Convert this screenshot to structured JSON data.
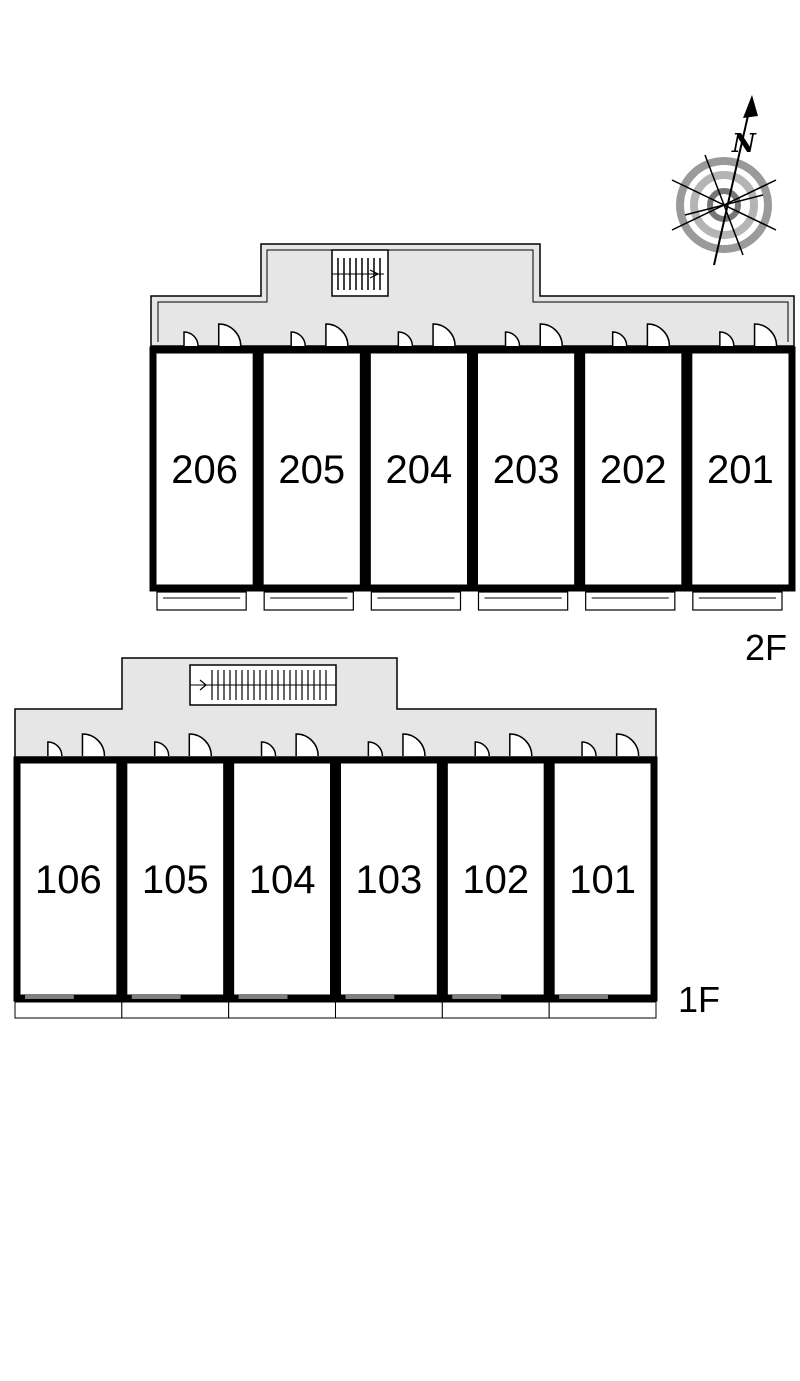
{
  "compass": {
    "label": "N"
  },
  "floors": [
    {
      "id": "2f",
      "label": "2F",
      "rooms": [
        "206",
        "205",
        "204",
        "203",
        "202",
        "201"
      ]
    },
    {
      "id": "1f",
      "label": "1F",
      "rooms": [
        "106",
        "105",
        "104",
        "103",
        "102",
        "101"
      ]
    }
  ],
  "colors": {
    "corridor": "#e6e6e6",
    "wall": "#000000",
    "background": "#ffffff",
    "compass_ring": "#9a9a9a"
  }
}
